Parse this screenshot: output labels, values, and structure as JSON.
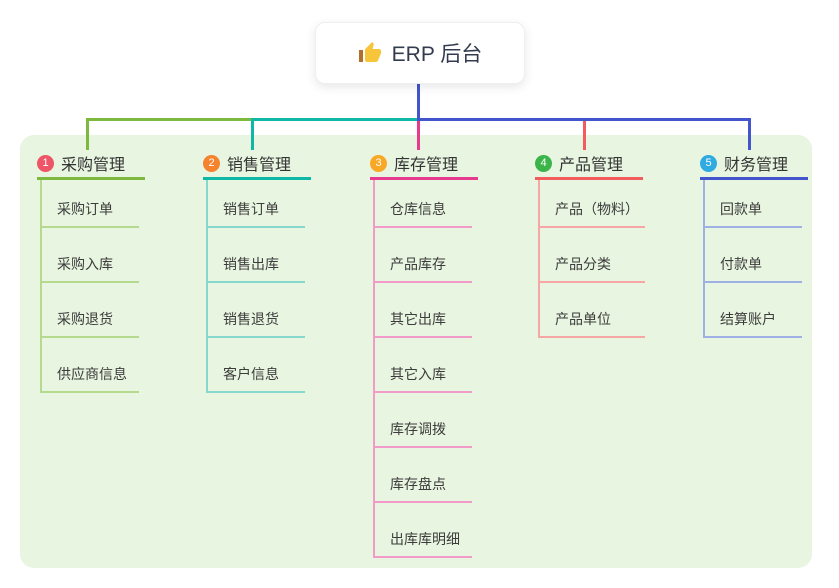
{
  "root": {
    "title": "ERP 后台",
    "icon": "thumbs-up-icon",
    "icon_color": "#f6c53a",
    "icon_cuff_color": "#b06f2c"
  },
  "panel_background": "#e8f5e0",
  "branches": [
    {
      "badge": "1",
      "title": "采购管理",
      "badge_color": "#ee5566",
      "line_color": "#7cb93e",
      "child_line_color": "#b5da8e",
      "children": [
        "采购订单",
        "采购入库",
        "采购退货",
        "供应商信息"
      ]
    },
    {
      "badge": "2",
      "title": "销售管理",
      "badge_color": "#f5822d",
      "line_color": "#0fb7a6",
      "child_line_color": "#85d8cc",
      "children": [
        "销售订单",
        "销售出库",
        "销售退货",
        "客户信息"
      ]
    },
    {
      "badge": "3",
      "title": "库存管理",
      "badge_color": "#f9a825",
      "line_color": "#e63a8f",
      "child_line_color": "#f29bc9",
      "children": [
        "仓库信息",
        "产品库存",
        "其它出库",
        "其它入库",
        "库存调拨",
        "库存盘点",
        "出库库明细"
      ]
    },
    {
      "badge": "4",
      "title": "产品管理",
      "badge_color": "#3bb54a",
      "line_color": "#f25c5c",
      "child_line_color": "#f7a6a6",
      "children": [
        "产品（物料）",
        "产品分类",
        "产品单位"
      ]
    },
    {
      "badge": "5",
      "title": "财务管理",
      "badge_color": "#2fabe1",
      "line_color": "#4255cc",
      "child_line_color": "#9fb0e4",
      "children": [
        "回款单",
        "付款单",
        "结算账户"
      ]
    }
  ]
}
